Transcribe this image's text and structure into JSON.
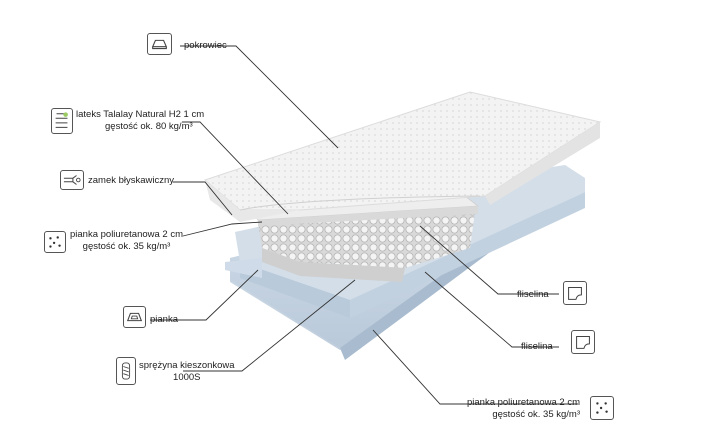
{
  "labels": {
    "cover": {
      "text": "pokrowiec",
      "icon": "mattress-cover-icon"
    },
    "latex": {
      "line1": "lateks Talalay Natural H2  1 cm",
      "line2": "gęstość ok. 80 kg/m³",
      "icon": "latex-layer-icon"
    },
    "zipper": {
      "text": "zamek błyskawiczny",
      "icon": "zipper-icon"
    },
    "foam_top": {
      "line1": "pianka poliuretanowa 2 cm",
      "line2": "gęstość ok. 35 kg/m³",
      "icon": "foam-dots-icon"
    },
    "foam": {
      "text": "pianka",
      "icon": "foam-frame-icon"
    },
    "spring": {
      "line1": "sprężyna kieszonkowa",
      "line2": "1000S",
      "icon": "pocket-spring-icon"
    },
    "fleece_1": {
      "text": "fliselina",
      "icon": "fleece-sheet-icon"
    },
    "fleece_2": {
      "text": "fliselina",
      "icon": "fleece-sheet-icon"
    },
    "foam_bottom": {
      "line1": "pianka poliuretanowa 2 cm",
      "line2": "gęstość ok. 35 kg/m³",
      "icon": "foam-dots-icon"
    }
  },
  "colors": {
    "cover": "#f2f2f2",
    "foam_blue": "#c9d6e4",
    "spring": "#e6e6e6",
    "line": "#333333"
  }
}
